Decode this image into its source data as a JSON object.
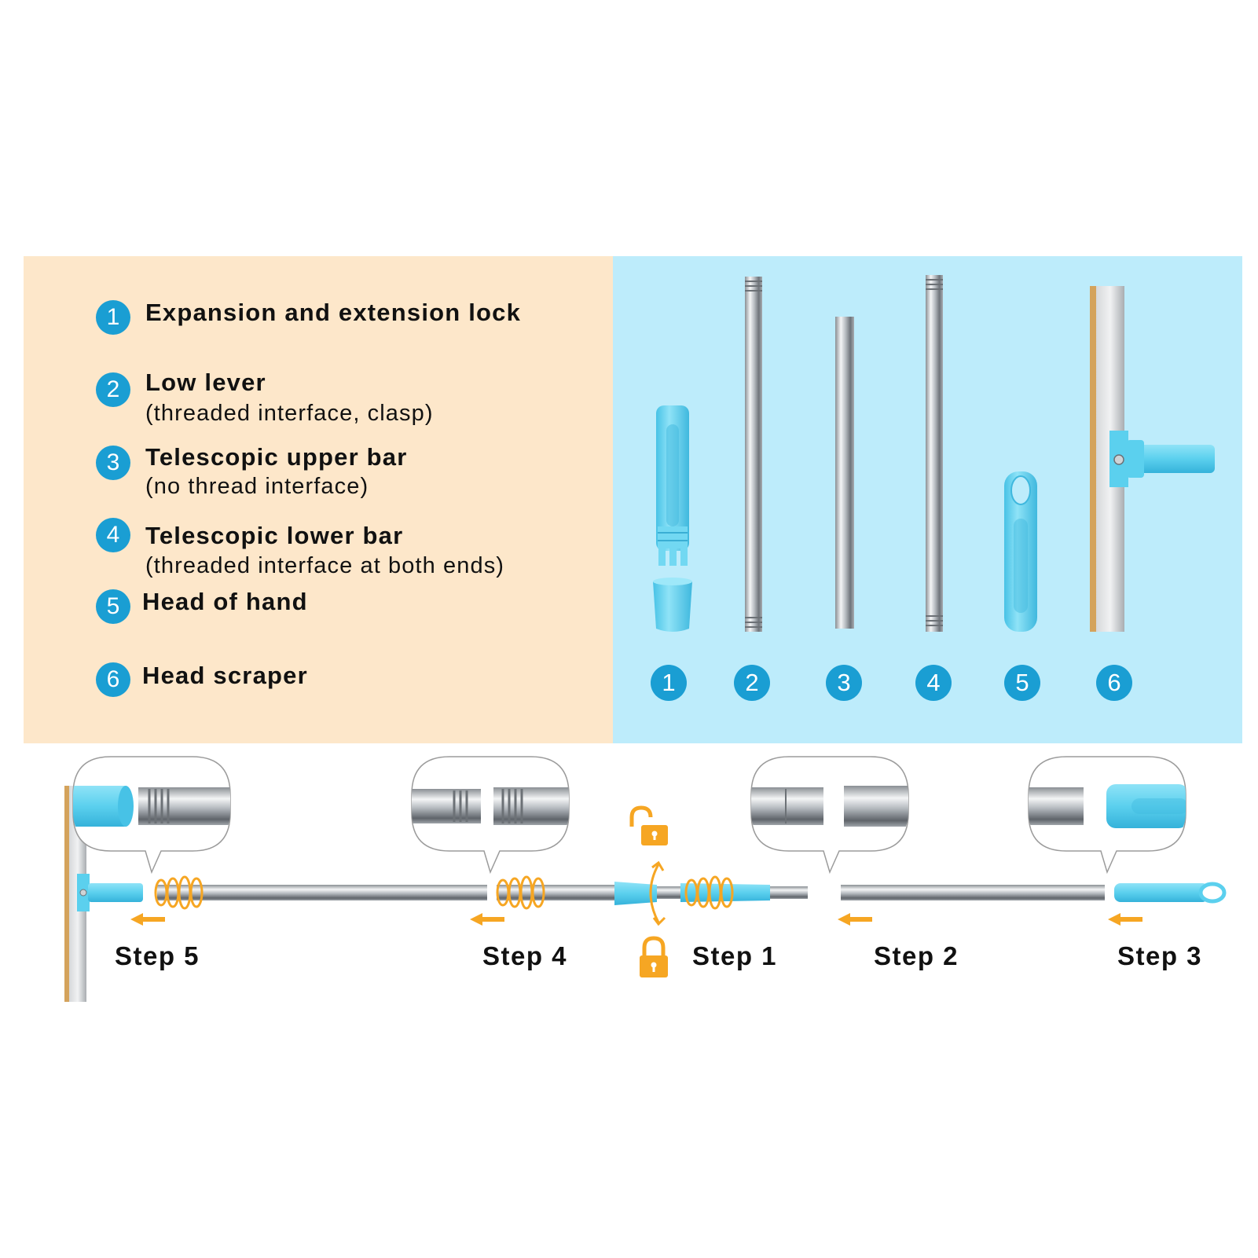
{
  "legend": [
    {
      "number": "1",
      "title": "Expansion and extension lock",
      "subtitle": ""
    },
    {
      "number": "2",
      "title": "Low lever",
      "subtitle": "(threaded interface, clasp)"
    },
    {
      "number": "3",
      "title": "Telescopic upper bar",
      "subtitle": "(no thread interface)"
    },
    {
      "number": "4",
      "title": "Telescopic lower bar",
      "subtitle": "(threaded interface at both ends)"
    },
    {
      "number": "5",
      "title": "Head of hand",
      "subtitle": ""
    },
    {
      "number": "6",
      "title": "Head scraper",
      "subtitle": ""
    }
  ],
  "parts": [
    "1",
    "2",
    "3",
    "4",
    "5",
    "6"
  ],
  "steps": {
    "step1": "Step 1",
    "step2": "Step 2",
    "step3": "Step 3",
    "step4": "Step 4",
    "step5": "Step 5"
  },
  "colors": {
    "left_panel": "#fde7ca",
    "right_panel": "#bdecfb",
    "badge": "#1a9ed3",
    "plastic_blue": "#5bd0ee",
    "arrow_orange": "#f6a623",
    "steel": "#b9bec3"
  },
  "icons": [
    "unlock-icon",
    "lock-icon",
    "rotate-arrows-icon",
    "left-arrow-icon",
    "spring-coil-icon"
  ]
}
